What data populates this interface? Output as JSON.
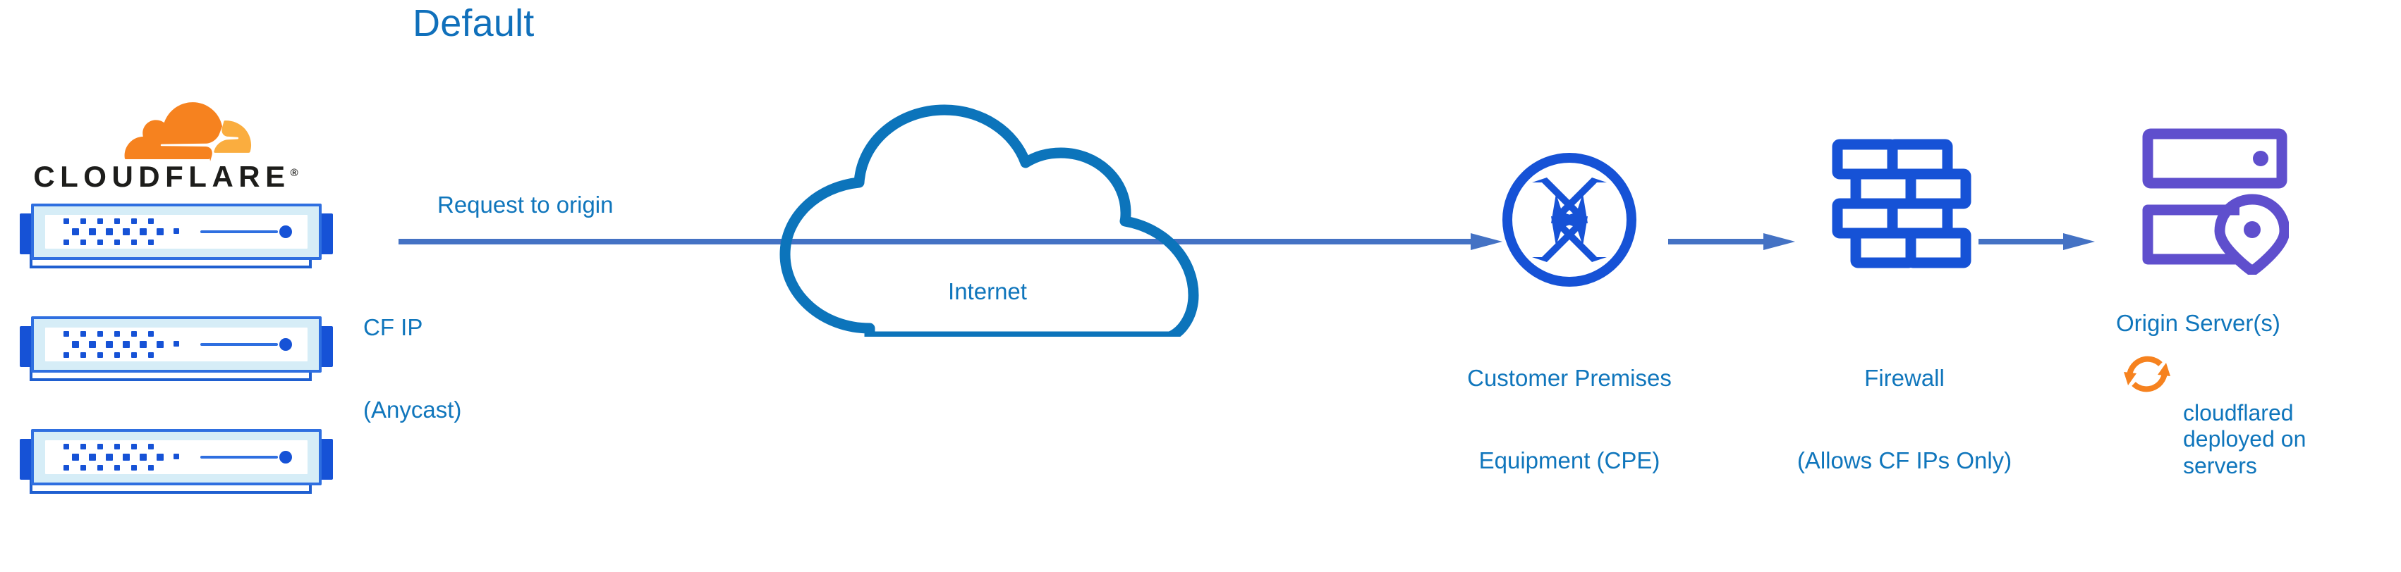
{
  "diagram": {
    "title": "Default",
    "brand": {
      "name": "CLOUDFLARE",
      "registered_mark": "®",
      "logo_icon": "cloudflare-cloud-icon",
      "logo_color_primary": "#f6821f",
      "logo_color_secondary": "#faad3f",
      "wordmark_color": "#1d1d1b"
    },
    "colors": {
      "text_blue": "#1076bc",
      "icon_blue": "#1652d6",
      "arrow_blue": "#4472c4",
      "cloud_outline_blue": "#0c74bb",
      "origin_purple": "#5f4fcd",
      "cloudflared_orange": "#f6821f",
      "rack_body": "#d6edf7"
    },
    "racks": {
      "icon": "server-rack-icon",
      "count": 3
    },
    "flow": {
      "main_arrow_label": "Request to origin",
      "main_arrow_sublabel_line1": "CF IP",
      "main_arrow_sublabel_line2": "(Anycast)",
      "main_arrow_sublabel": "CF IP\n(Anycast)",
      "arrow_icon": "right-arrow-icon"
    },
    "nodes": [
      {
        "id": "internet",
        "icon": "cloud-icon",
        "label": "Internet"
      },
      {
        "id": "cpe",
        "icon": "router-icon",
        "label_line1": "Customer Premises",
        "label_line2": "Equipment (CPE)",
        "label": "Customer Premises\nEquipment (CPE)"
      },
      {
        "id": "firewall",
        "icon": "brick-wall-icon",
        "label_line1": "Firewall",
        "label_line2": "(Allows CF IPs Only)",
        "label": "Firewall\n(Allows CF IPs Only)"
      },
      {
        "id": "origin",
        "icon": "server-location-pin-icon",
        "label": "Origin Server(s)",
        "note_icon": "sync-arrows-icon",
        "note": "cloudflared deployed on servers"
      }
    ]
  }
}
